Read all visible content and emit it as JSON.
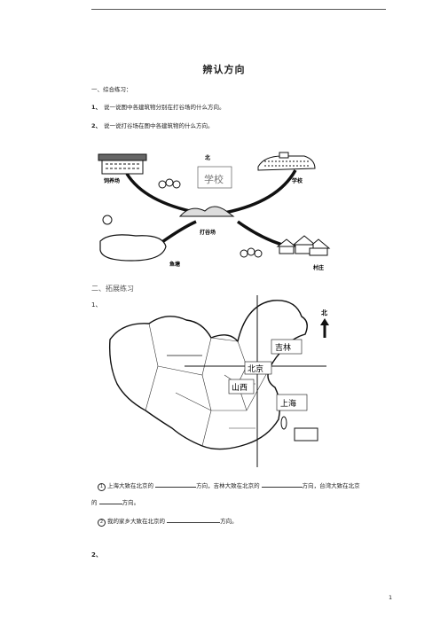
{
  "title": "辨认方向",
  "section1": "一、综合练习：",
  "q1": {
    "num": "1、",
    "text": "说一说图中各建筑物分别在打谷场的什么方向。"
  },
  "q2": {
    "num": "2、",
    "text": "说一说打谷场在图中各建筑物的什么方向。"
  },
  "diagram": {
    "north": "北",
    "school_big": "学校",
    "feed": "饲养场",
    "school": "学校",
    "threshing": "打谷场",
    "pond": "鱼塘",
    "village": "村庄"
  },
  "section2": "二、拓展练习",
  "item1": "1、",
  "map": {
    "north": "北",
    "jilin": "吉林",
    "beijing": "北京",
    "shanxi": "山西",
    "shanghai": "上海"
  },
  "fill": {
    "p1a": "上海大致在北京的",
    "p1b": "方向，吉林大致在北京的",
    "p1c": "方向，台湾大致在北京",
    "p1d": "的",
    "p1e": "方向。",
    "p2a": "我的家乡大致在北京的",
    "p2b": "方向。",
    "c1": "1",
    "c2": "2"
  },
  "item2": "2、",
  "page_number": "1"
}
